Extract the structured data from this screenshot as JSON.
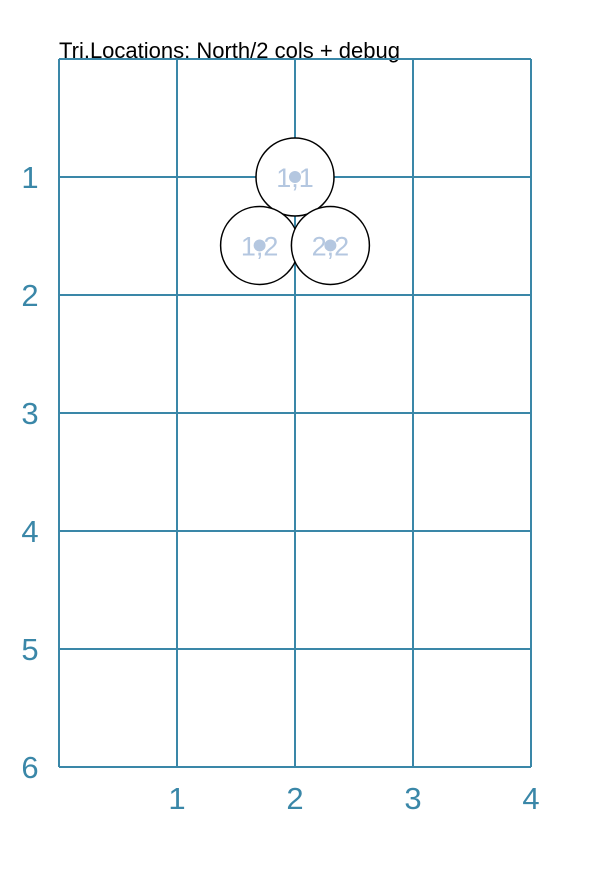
{
  "title": "Tri.Locations: North/2 cols + debug",
  "colors": {
    "grid": "#3a87a8",
    "axis_label": "#3a87a8",
    "circle_stroke": "#000000",
    "circle_fill": "#ffffff",
    "debug_dot": "#b4c7e0",
    "debug_label": "#b4c7e0"
  },
  "grid": {
    "cols": 4,
    "rows": 6,
    "x_labels": [
      "1",
      "2",
      "3",
      "4"
    ],
    "y_labels": [
      "1",
      "2",
      "3",
      "4",
      "5",
      "6"
    ]
  },
  "locations": [
    {
      "label": "1,1",
      "col": 2.0,
      "row": 1.0
    },
    {
      "label": "1,2",
      "col": 1.7,
      "row": 1.58
    },
    {
      "label": "2,2",
      "col": 2.3,
      "row": 1.58
    }
  ]
}
